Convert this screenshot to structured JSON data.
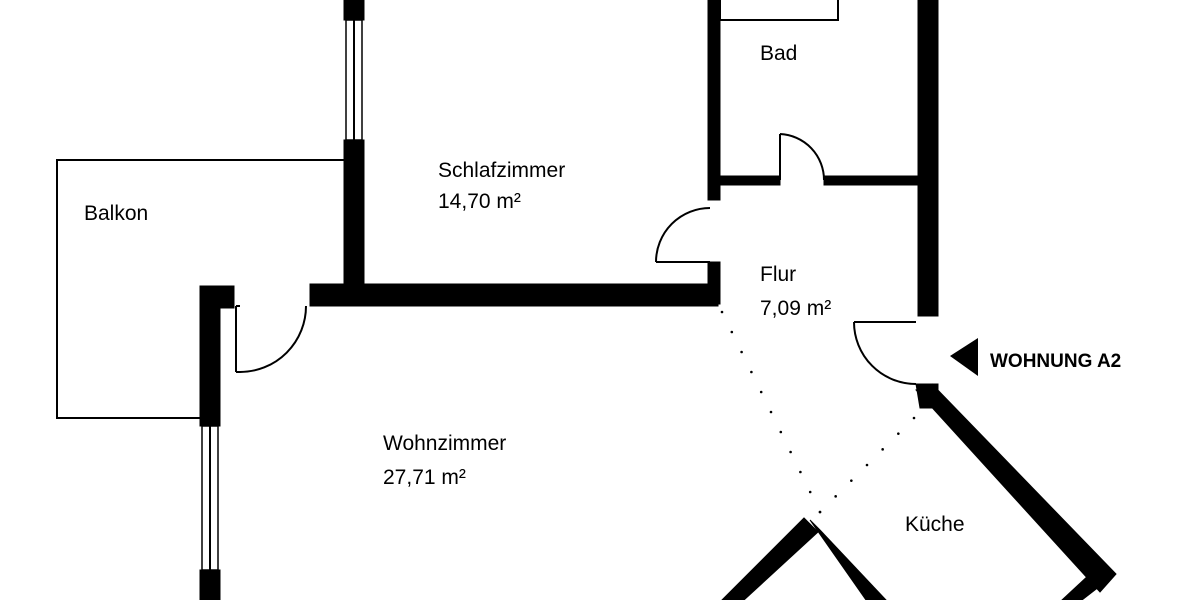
{
  "rooms": {
    "balkon": {
      "name": "Balkon"
    },
    "schlafzimmer": {
      "name": "Schlafzimmer",
      "area": "14,70 m²"
    },
    "bad": {
      "name": "Bad"
    },
    "flur": {
      "name": "Flur",
      "area": "7,09 m²"
    },
    "wohnzimmer": {
      "name": "Wohnzimmer",
      "area": "27,71 m²"
    },
    "kueche": {
      "name": "Küche"
    }
  },
  "entrance": {
    "label": "WOHNUNG A2",
    "icon": "triangle-left-icon"
  },
  "colors": {
    "wall": "#000000",
    "background": "#ffffff"
  }
}
